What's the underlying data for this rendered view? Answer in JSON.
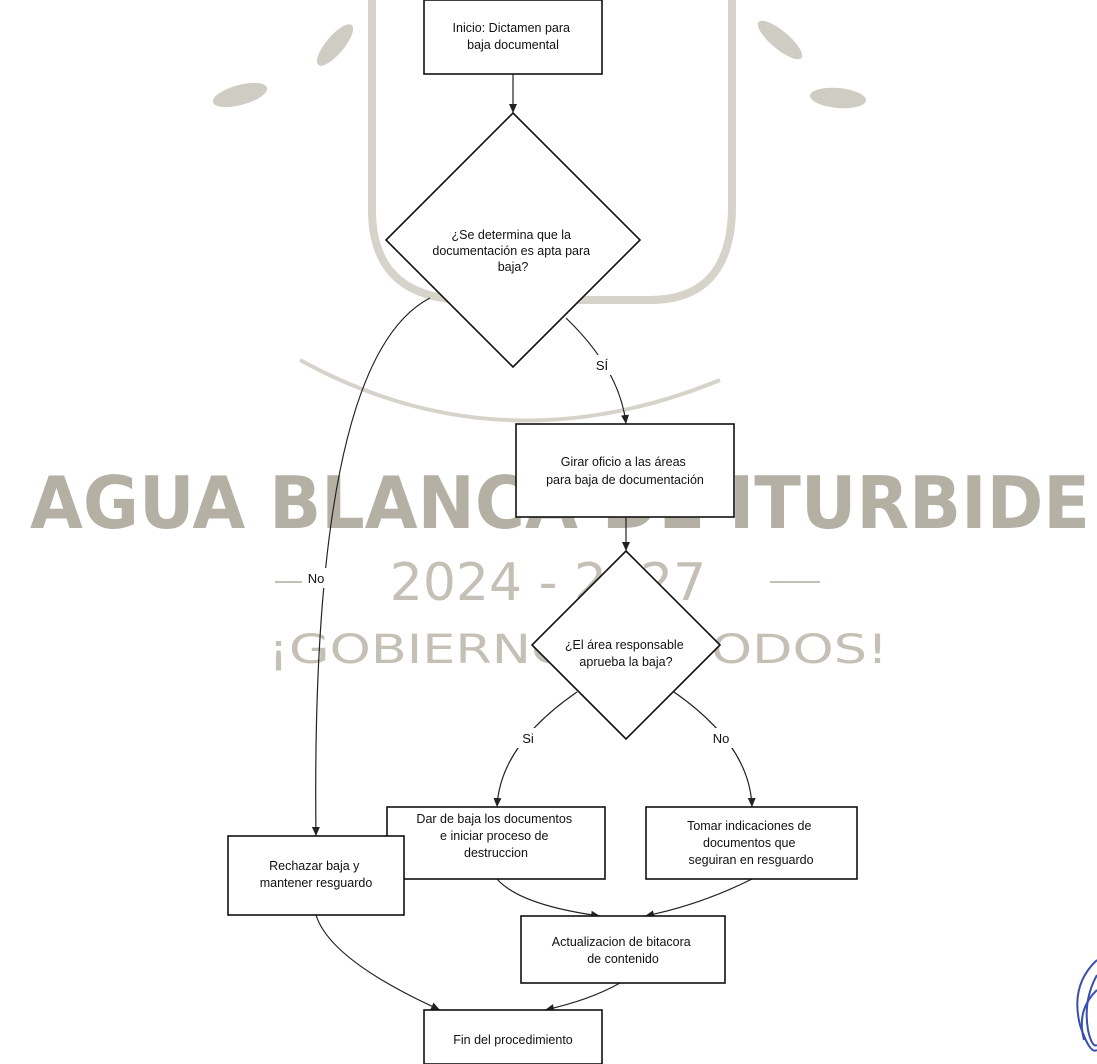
{
  "watermark": {
    "line1": "AGUA BLANCA DE ITURBIDE",
    "line2": "2024 - 2027",
    "line3": "¡GOBIERNO DE TODOS!"
  },
  "nodes": {
    "start": [
      "Inicio: Dictamen para",
      "baja documental"
    ],
    "decision_apta": [
      "¿Se determina que la",
      "documentación es apta para",
      "baja?"
    ],
    "girar_oficio": [
      "Girar oficio a las áreas",
      "para baja de documentación"
    ],
    "decision_area": [
      "¿El área responsable",
      "aprueba la baja?"
    ],
    "dar_baja": [
      "Dar de baja los documentos",
      "e iniciar proceso de",
      "destruccion"
    ],
    "tomar_indicaciones": [
      "Tomar indicaciones de",
      "documentos que",
      "seguiran en resguardo"
    ],
    "rechazar": [
      "Rechazar baja y",
      "mantener resguardo"
    ],
    "actualizacion": [
      "Actualizacion de bitacora",
      "de contenido"
    ],
    "fin": [
      "Fin del procedimiento"
    ]
  },
  "edge_labels": {
    "si_apta": "SÍ",
    "no_apta": "No",
    "si_area": "Si",
    "no_area": "No"
  },
  "colors": {
    "stroke": "#111111",
    "watermark": "#b5b0a4",
    "signature": "#3a4fb0"
  }
}
